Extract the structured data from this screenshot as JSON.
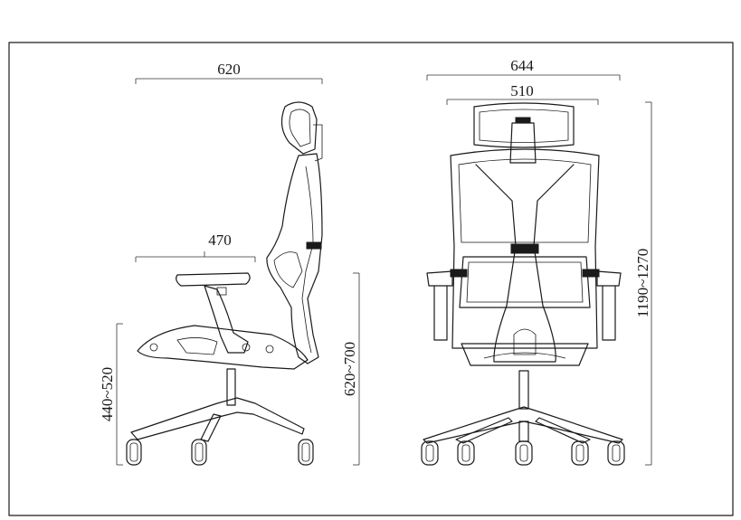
{
  "dimensions": {
    "side_depth": "620",
    "seat_depth": "470",
    "seat_height": "440~520",
    "armrest_height": "620~700",
    "front_width": "644",
    "back_width": "510",
    "total_height": "1190~1270"
  }
}
